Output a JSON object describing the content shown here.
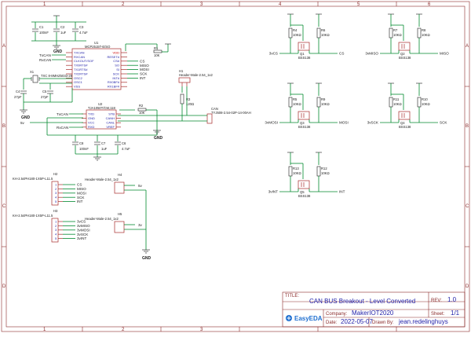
{
  "frame": {
    "cols": [
      "1",
      "2",
      "3",
      "4",
      "5",
      "6"
    ],
    "rows": [
      "A",
      "B",
      "C",
      "D"
    ]
  },
  "title_block": {
    "title_label": "TITLE:",
    "title": "CAN BUS Breakout - Level Converted",
    "rev_label": "REV:",
    "rev": "1.0",
    "company_label": "Company:",
    "company": "MakerIOT2020",
    "sheet_label": "Sheet:",
    "sheet": "1/1",
    "date_label": "Date:",
    "date": "2022-05-07",
    "drawn_label": "Drawn By:",
    "drawn_by": "jean.redelinghuys",
    "logo_text": "EasyEDA"
  },
  "components": {
    "c1": {
      "ref": "C1",
      "value": "100nF"
    },
    "c2": {
      "ref": "C2",
      "value": "1uF"
    },
    "c3": {
      "ref": "C3",
      "value": "4.7uF"
    },
    "u1": {
      "ref": "U1",
      "part": "MCP2515T-E/SO"
    },
    "r1": {
      "ref": "R1",
      "value": "10K"
    },
    "x1": {
      "ref": "X1",
      "part": "TXC 8-8MHZ5033-28"
    },
    "c4": {
      "ref": "C4",
      "value": "27pF"
    },
    "c5": {
      "ref": "C5",
      "value": "27pF"
    },
    "h1": {
      "ref": "H1",
      "part": "Header-Male-2.54_1x2"
    },
    "r3": {
      "ref": "R3",
      "value": "120Ω"
    },
    "can": {
      "ref": "CAN",
      "part": "TYJ508-2.54-02P-14-00AH"
    },
    "u2": {
      "ref": "U2",
      "part": "TJA1050T/CM,118"
    },
    "r2": {
      "ref": "R2",
      "value": "10K"
    },
    "c8": {
      "ref": "C8",
      "value": "100nF"
    },
    "c7": {
      "ref": "C7",
      "value": "1uF"
    },
    "c6": {
      "ref": "C6",
      "value": "4.7uF"
    },
    "h2": {
      "ref": "H2",
      "part": "KH-2.54PH180-1X5P-L11.5"
    },
    "h3": {
      "ref": "H3",
      "part": "KH-2.54PH180-1X5P-L11.5"
    },
    "h4": {
      "ref": "H4",
      "part": "Header-Male-2.54_1x2"
    },
    "h5": {
      "ref": "H5",
      "part": "Header-Male-2.54_1x2"
    },
    "ls": [
      {
        "r_a": "R4",
        "r_b": "R6",
        "q": "Q1",
        "value": "10KΩ",
        "part": "BSS138",
        "in": "3vCS",
        "out": "CS"
      },
      {
        "r_a": "R7",
        "r_b": "R8",
        "q": "Q2",
        "value": "10KΩ",
        "part": "BSS138",
        "in": "3vMISO",
        "out": "MISO"
      },
      {
        "r_a": "R5",
        "r_b": "R9",
        "q": "Q3",
        "value": "10KΩ",
        "part": "BSS138",
        "in": "3vMOSI",
        "out": "MOSI"
      },
      {
        "r_a": "R11",
        "r_b": "R10",
        "q": "Q4",
        "value": "10KΩ",
        "part": "BSS138",
        "in": "3vSCK",
        "out": "SCK"
      },
      {
        "r_a": "R13",
        "r_b": "R12",
        "q": "Q5",
        "value": "10KΩ",
        "part": "BSS138",
        "in": "3vINT",
        "out": "INT"
      }
    ]
  },
  "u1_pins_left": [
    "TXCAN",
    "RXCAN",
    "CLKOUT/SOF",
    "TX0RTS#",
    "TX1RTS#",
    "TX2RTS#",
    "OSC2",
    "OSC1",
    "VSS"
  ],
  "u1_pins_right": [
    "VDD",
    "RESET#",
    "CS#",
    "SO",
    "SI",
    "SCK",
    "INT#",
    "RX0BF#",
    "RX1BF#"
  ],
  "u1_nets_right": [
    "CS",
    "MISO",
    "MOSI",
    "SCK",
    "INT"
  ],
  "u2_pins_left": [
    "TXD",
    "GND",
    "VCC",
    "RXD"
  ],
  "u2_pins_right": [
    "STB",
    "CANH",
    "CANL",
    "VREF"
  ],
  "nets": {
    "txcan": "TxCAN",
    "rxcan": "RxCAN",
    "v5": "5v",
    "gnd": "GND"
  },
  "h2_pins": [
    "CS",
    "MISO",
    "MOSI",
    "SCK",
    "INT"
  ],
  "h3_pins": [
    "3vCS",
    "3vMISO",
    "3vMOSI",
    "3vSCK",
    "3vINT"
  ],
  "h4_net": "5v",
  "h5_net": "3v"
}
